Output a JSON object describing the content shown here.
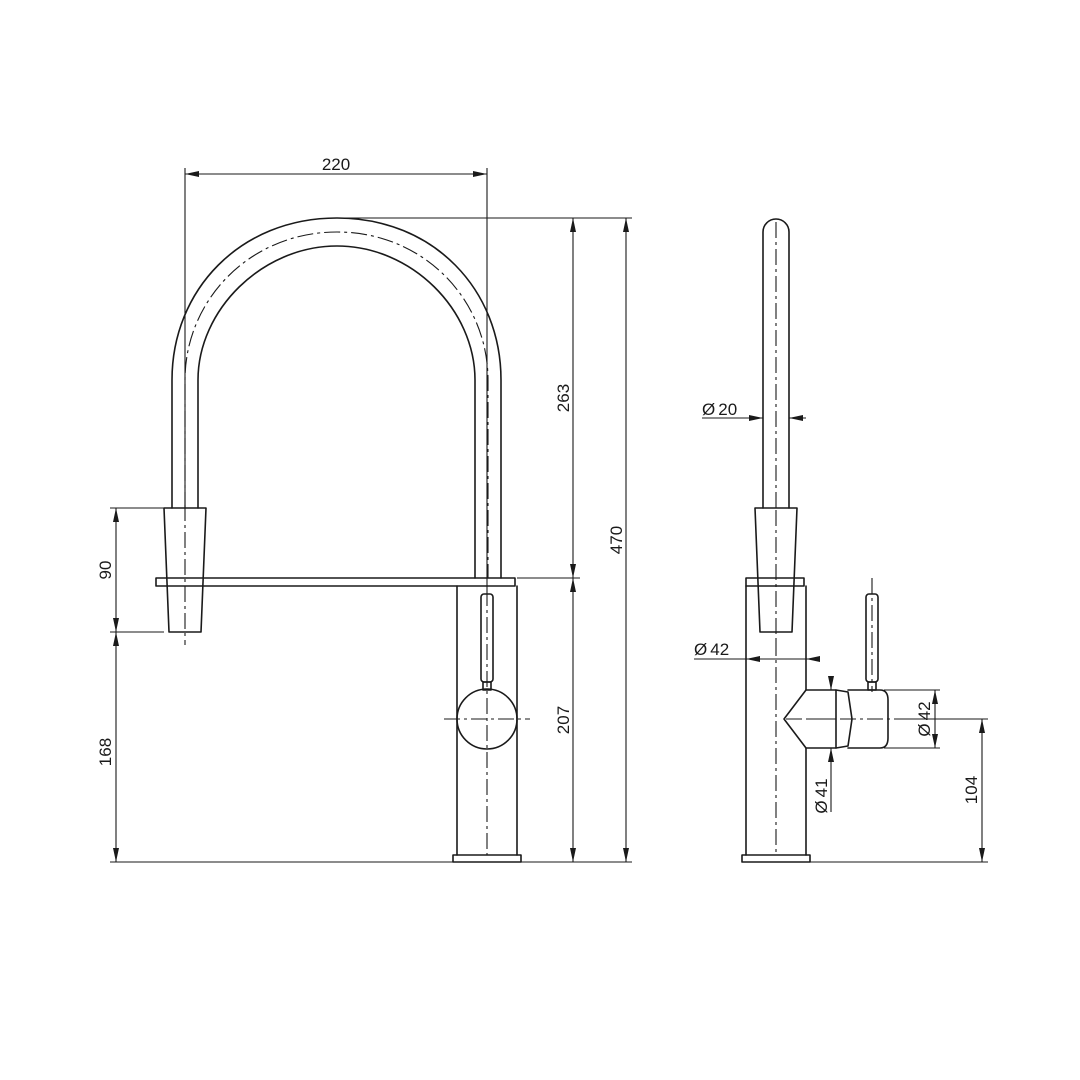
{
  "dimensions": {
    "width_220": "220",
    "height_263": "263",
    "height_470": "470",
    "height_90": "90",
    "height_168": "168",
    "height_207": "207",
    "dia_20": "20",
    "dia_42_body": "42",
    "dia_42_handle": "42",
    "dia_41": "41",
    "height_104": "104"
  },
  "symbols": {
    "diameter": "Ø"
  }
}
